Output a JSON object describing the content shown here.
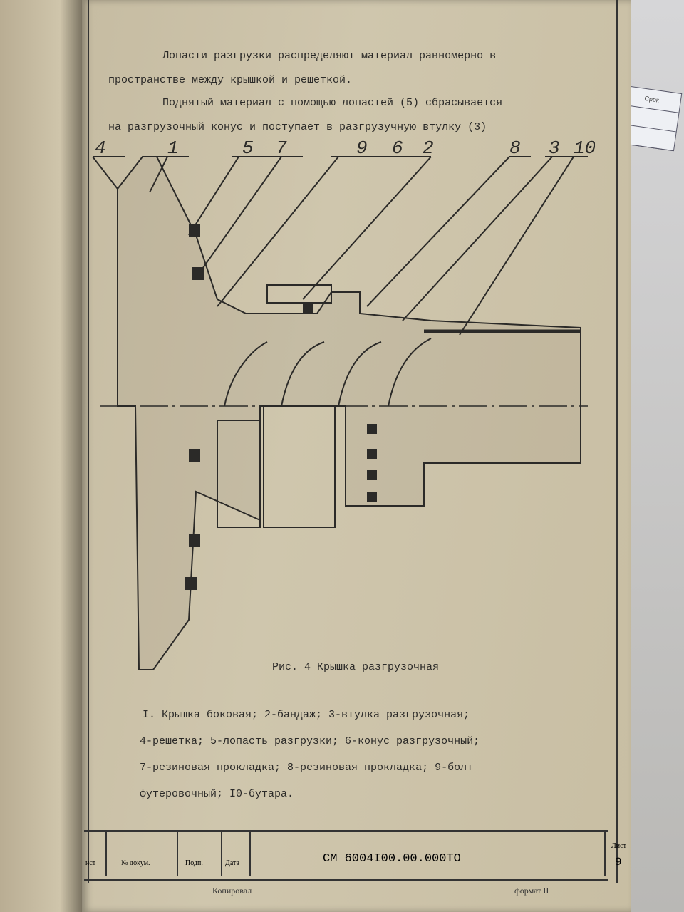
{
  "side_note": {
    "label": "Срок"
  },
  "paragraphs": [
    "Лопасти разгрузки распределяют материал равномерно в",
    "пространстве между крышкой и решеткой.",
    "Поднятый материал с помощью лопастей (5) сбрасывается",
    "на разгрузочный конус и поступает в разгрузучную втулку (3)"
  ],
  "figure": {
    "callouts": [
      "4",
      "1",
      "5",
      "7",
      "9",
      "6",
      "2",
      "8",
      "3",
      "10"
    ],
    "caption": "Рис. 4  Крышка разгрузочная"
  },
  "legend": [
    "I. Крышка боковая; 2-бандаж; 3-втулка разгрузочная;",
    "4-решетка; 5-лопасть разгрузки; 6-конус разгрузочный;",
    "7-резиновая прокладка; 8-резиновая прокладка; 9-болт",
    "футеровочный; I0-бутара."
  ],
  "title_block": {
    "doc_code": "СМ 6004I00.00.000ТО",
    "col_list": "ист",
    "col_doc": "№ докум.",
    "col_sign": "Подп.",
    "col_date": "Дата",
    "sheet_label": "Лист",
    "sheet_number": "9"
  },
  "footer": {
    "copied": "Копировал",
    "format": "формат II"
  }
}
